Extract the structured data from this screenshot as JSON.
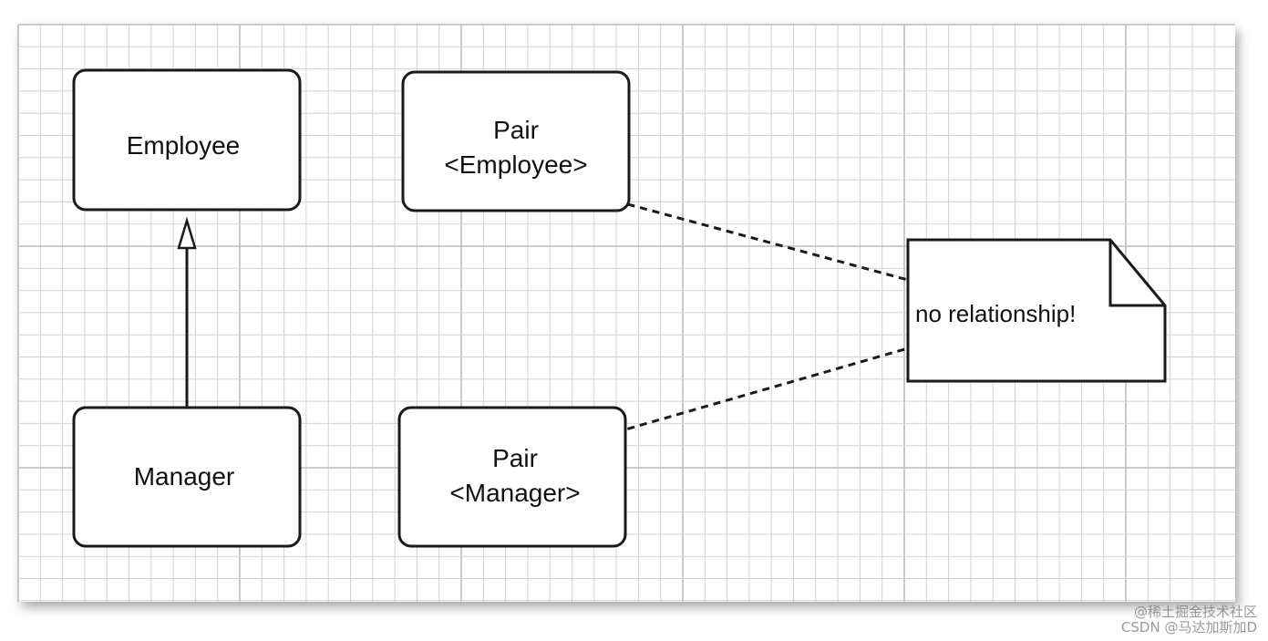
{
  "diagram": {
    "nodes": {
      "employee": {
        "lines": [
          "Employee"
        ]
      },
      "pair_employee": {
        "lines": [
          "Pair",
          "<Employee>"
        ]
      },
      "manager": {
        "lines": [
          "Manager"
        ]
      },
      "pair_manager": {
        "lines": [
          "Pair",
          "<Manager>"
        ]
      }
    },
    "note": {
      "text": "no relationship!"
    },
    "edges": [
      {
        "from": "manager",
        "to": "employee",
        "type": "inheritance"
      },
      {
        "from": "pair_employee",
        "to": "note",
        "type": "dashed"
      },
      {
        "from": "pair_manager",
        "to": "note",
        "type": "dashed"
      }
    ]
  },
  "watermark": {
    "line1": "@稀土掘金技术社区",
    "line2": "CSDN @马达加斯加D"
  },
  "colors": {
    "grid_minor": "#d2d2d2",
    "grid_major": "#bcbcbc",
    "stroke": "#1a1a1a",
    "box_fill": "#ffffff"
  }
}
